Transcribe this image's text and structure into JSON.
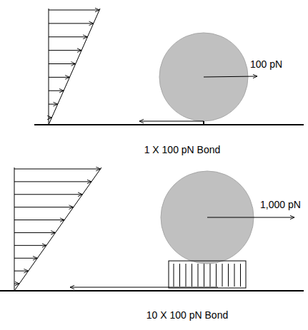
{
  "diagram": {
    "labels": [
      "100 pN",
      "1 X 100 pN Bond",
      "1,000 pN",
      "10 X 100 pN Bond"
    ]
  }
}
